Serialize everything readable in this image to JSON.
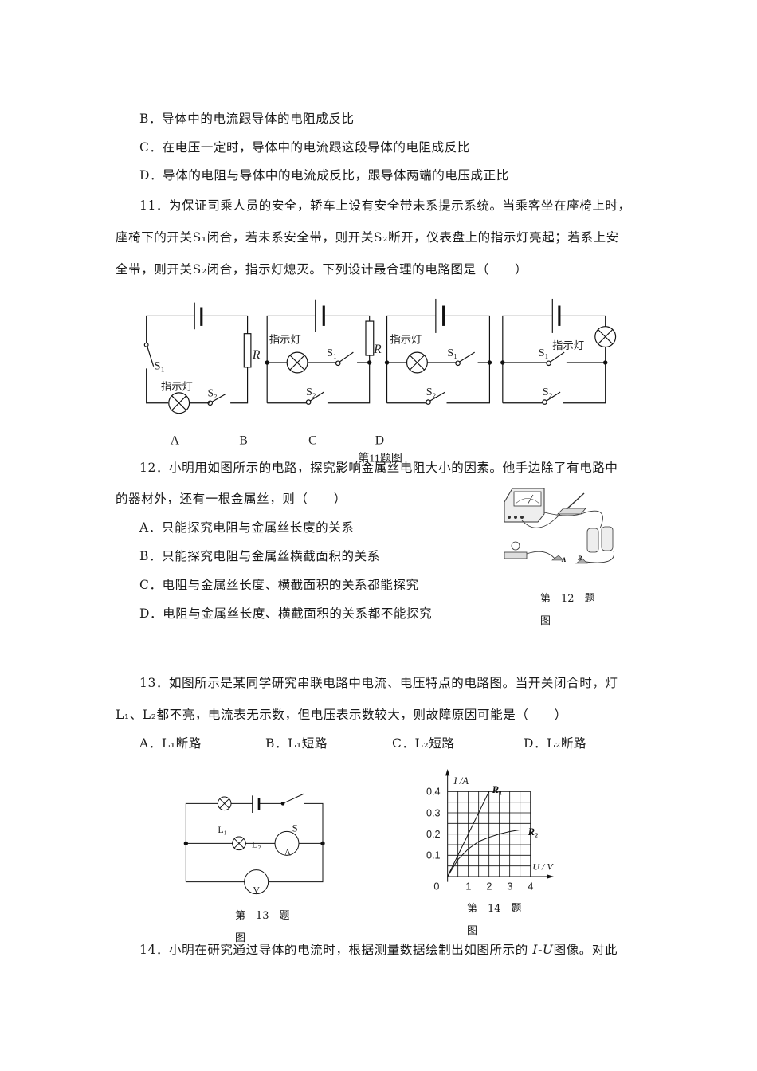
{
  "q10_options": {
    "B": "B．导体中的电流跟导体的电阻成反比",
    "C": "C．在电压一定时，导体中的电流跟这段导体的电阻成反比",
    "D": "D．导体的电阻与导体中的电流成反比，跟导体两端的电压成正比"
  },
  "q11": {
    "lines": [
      "11．为保证司乘人员的安全，轿车上设有安全带未系提示系统。当乘客坐在座椅上时，",
      "座椅下的开关S₁闭合，若未系安全带，则开关S₂断开，仪表盘上的指示灯亮起；若系上安",
      "全带，则开关S₂闭合，指示灯熄灭。下列设计最合理的电路图是（　　）"
    ],
    "figure": {
      "lamp_label": "指示灯",
      "s1": "S₁",
      "s2": "S₂",
      "r": "R",
      "choices": [
        "A",
        "B",
        "C",
        "D"
      ],
      "caption": "第11题图"
    }
  },
  "q12": {
    "lines": [
      "12．小明用如图所示的电路，探究影响金属丝电阻大小的因素。他手边除了有电路中",
      "的器材外，还有一根金属丝，则（　　）"
    ],
    "options": [
      "A．只能探究电阻与金属丝长度的关系",
      "B．只能探究电阻与金属丝横截面积的关系",
      "C．电阻与金属丝长度、横截面积的关系都能探究",
      "D．电阻与金属丝长度、横截面积的关系都不能探究"
    ],
    "figure": {
      "point_a": "A",
      "point_b": "B",
      "caption_1": "第　12　题",
      "caption_2": "图"
    }
  },
  "q13": {
    "lines": [
      "13．如图所示是某同学研究串联电路中电流、电压特点的电路图。当开关闭合时，灯",
      "L₁、L₂都不亮，电流表无示数，但电压表示数较大，则故障原因可能是（　　）"
    ],
    "options": [
      "A．L₁断路",
      "B．L₁短路",
      "C．L₂短路",
      "D．L₂断路"
    ],
    "figure": {
      "l1": "L₁",
      "l2": "L₂",
      "s": "S",
      "ammeter": "A",
      "voltmeter": "V",
      "caption_1": "第　13　题",
      "caption_2": "图"
    }
  },
  "q14": {
    "line_prefix": "14．小明在研究通过导体的电流时，根据测量数据绘制出如图所示的 ",
    "line_italic": "I-U",
    "line_suffix": "图像。对此",
    "figure": {
      "caption_1": "第　14　题",
      "caption_2": "图"
    }
  },
  "chart_data": {
    "type": "line",
    "xlabel": "U / V",
    "ylabel": "I /A",
    "xlim": [
      0,
      4
    ],
    "ylim": [
      0,
      0.4
    ],
    "x_ticks": [
      "0",
      "1",
      "2",
      "3",
      "4"
    ],
    "y_ticks": [
      "0.1",
      "0.2",
      "0.3",
      "0.4"
    ],
    "grid": true,
    "series": [
      {
        "name": "R₁",
        "points": [
          [
            0,
            0
          ],
          [
            2,
            0.4
          ]
        ]
      },
      {
        "name": "R₂",
        "points": [
          [
            0,
            0
          ],
          [
            0.5,
            0.08
          ],
          [
            1,
            0.13
          ],
          [
            1.5,
            0.165
          ],
          [
            2,
            0.185
          ],
          [
            2.5,
            0.2
          ],
          [
            3,
            0.212
          ],
          [
            3.5,
            0.22
          ]
        ]
      }
    ]
  }
}
